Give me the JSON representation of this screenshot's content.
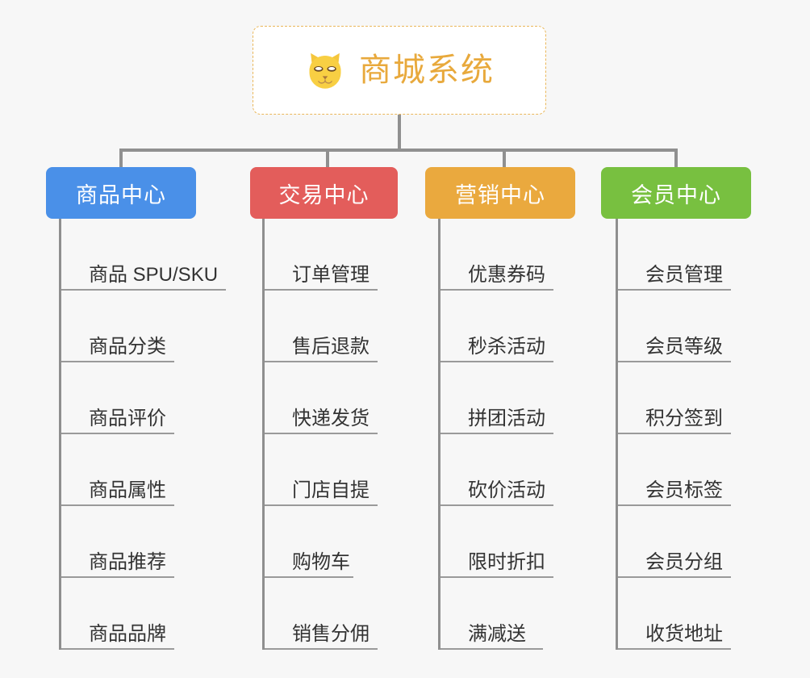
{
  "page": {
    "background": "#f7f7f7",
    "line_color": "#909090"
  },
  "root": {
    "title": "商城系统",
    "icon": "shiba-dog-icon",
    "text_color": "#e8a93c",
    "border_color": "#eab75a",
    "background": "#ffffff"
  },
  "branches": [
    {
      "label": "商品中心",
      "color": "#4a90e8",
      "items": [
        "商品 SPU/SKU",
        "商品分类",
        "商品评价",
        "商品属性",
        "商品推荐",
        "商品品牌"
      ]
    },
    {
      "label": "交易中心",
      "color": "#e35d5b",
      "items": [
        "订单管理",
        "售后退款",
        "快递发货",
        "门店自提",
        "购物车",
        "销售分佣"
      ]
    },
    {
      "label": "营销中心",
      "color": "#eaa93e",
      "items": [
        "优惠券码",
        "秒杀活动",
        "拼团活动",
        "砍价活动",
        "限时折扣",
        "满减送"
      ]
    },
    {
      "label": "会员中心",
      "color": "#78c040",
      "items": [
        "会员管理",
        "会员等级",
        "积分签到",
        "会员标签",
        "会员分组",
        "收货地址"
      ]
    }
  ]
}
